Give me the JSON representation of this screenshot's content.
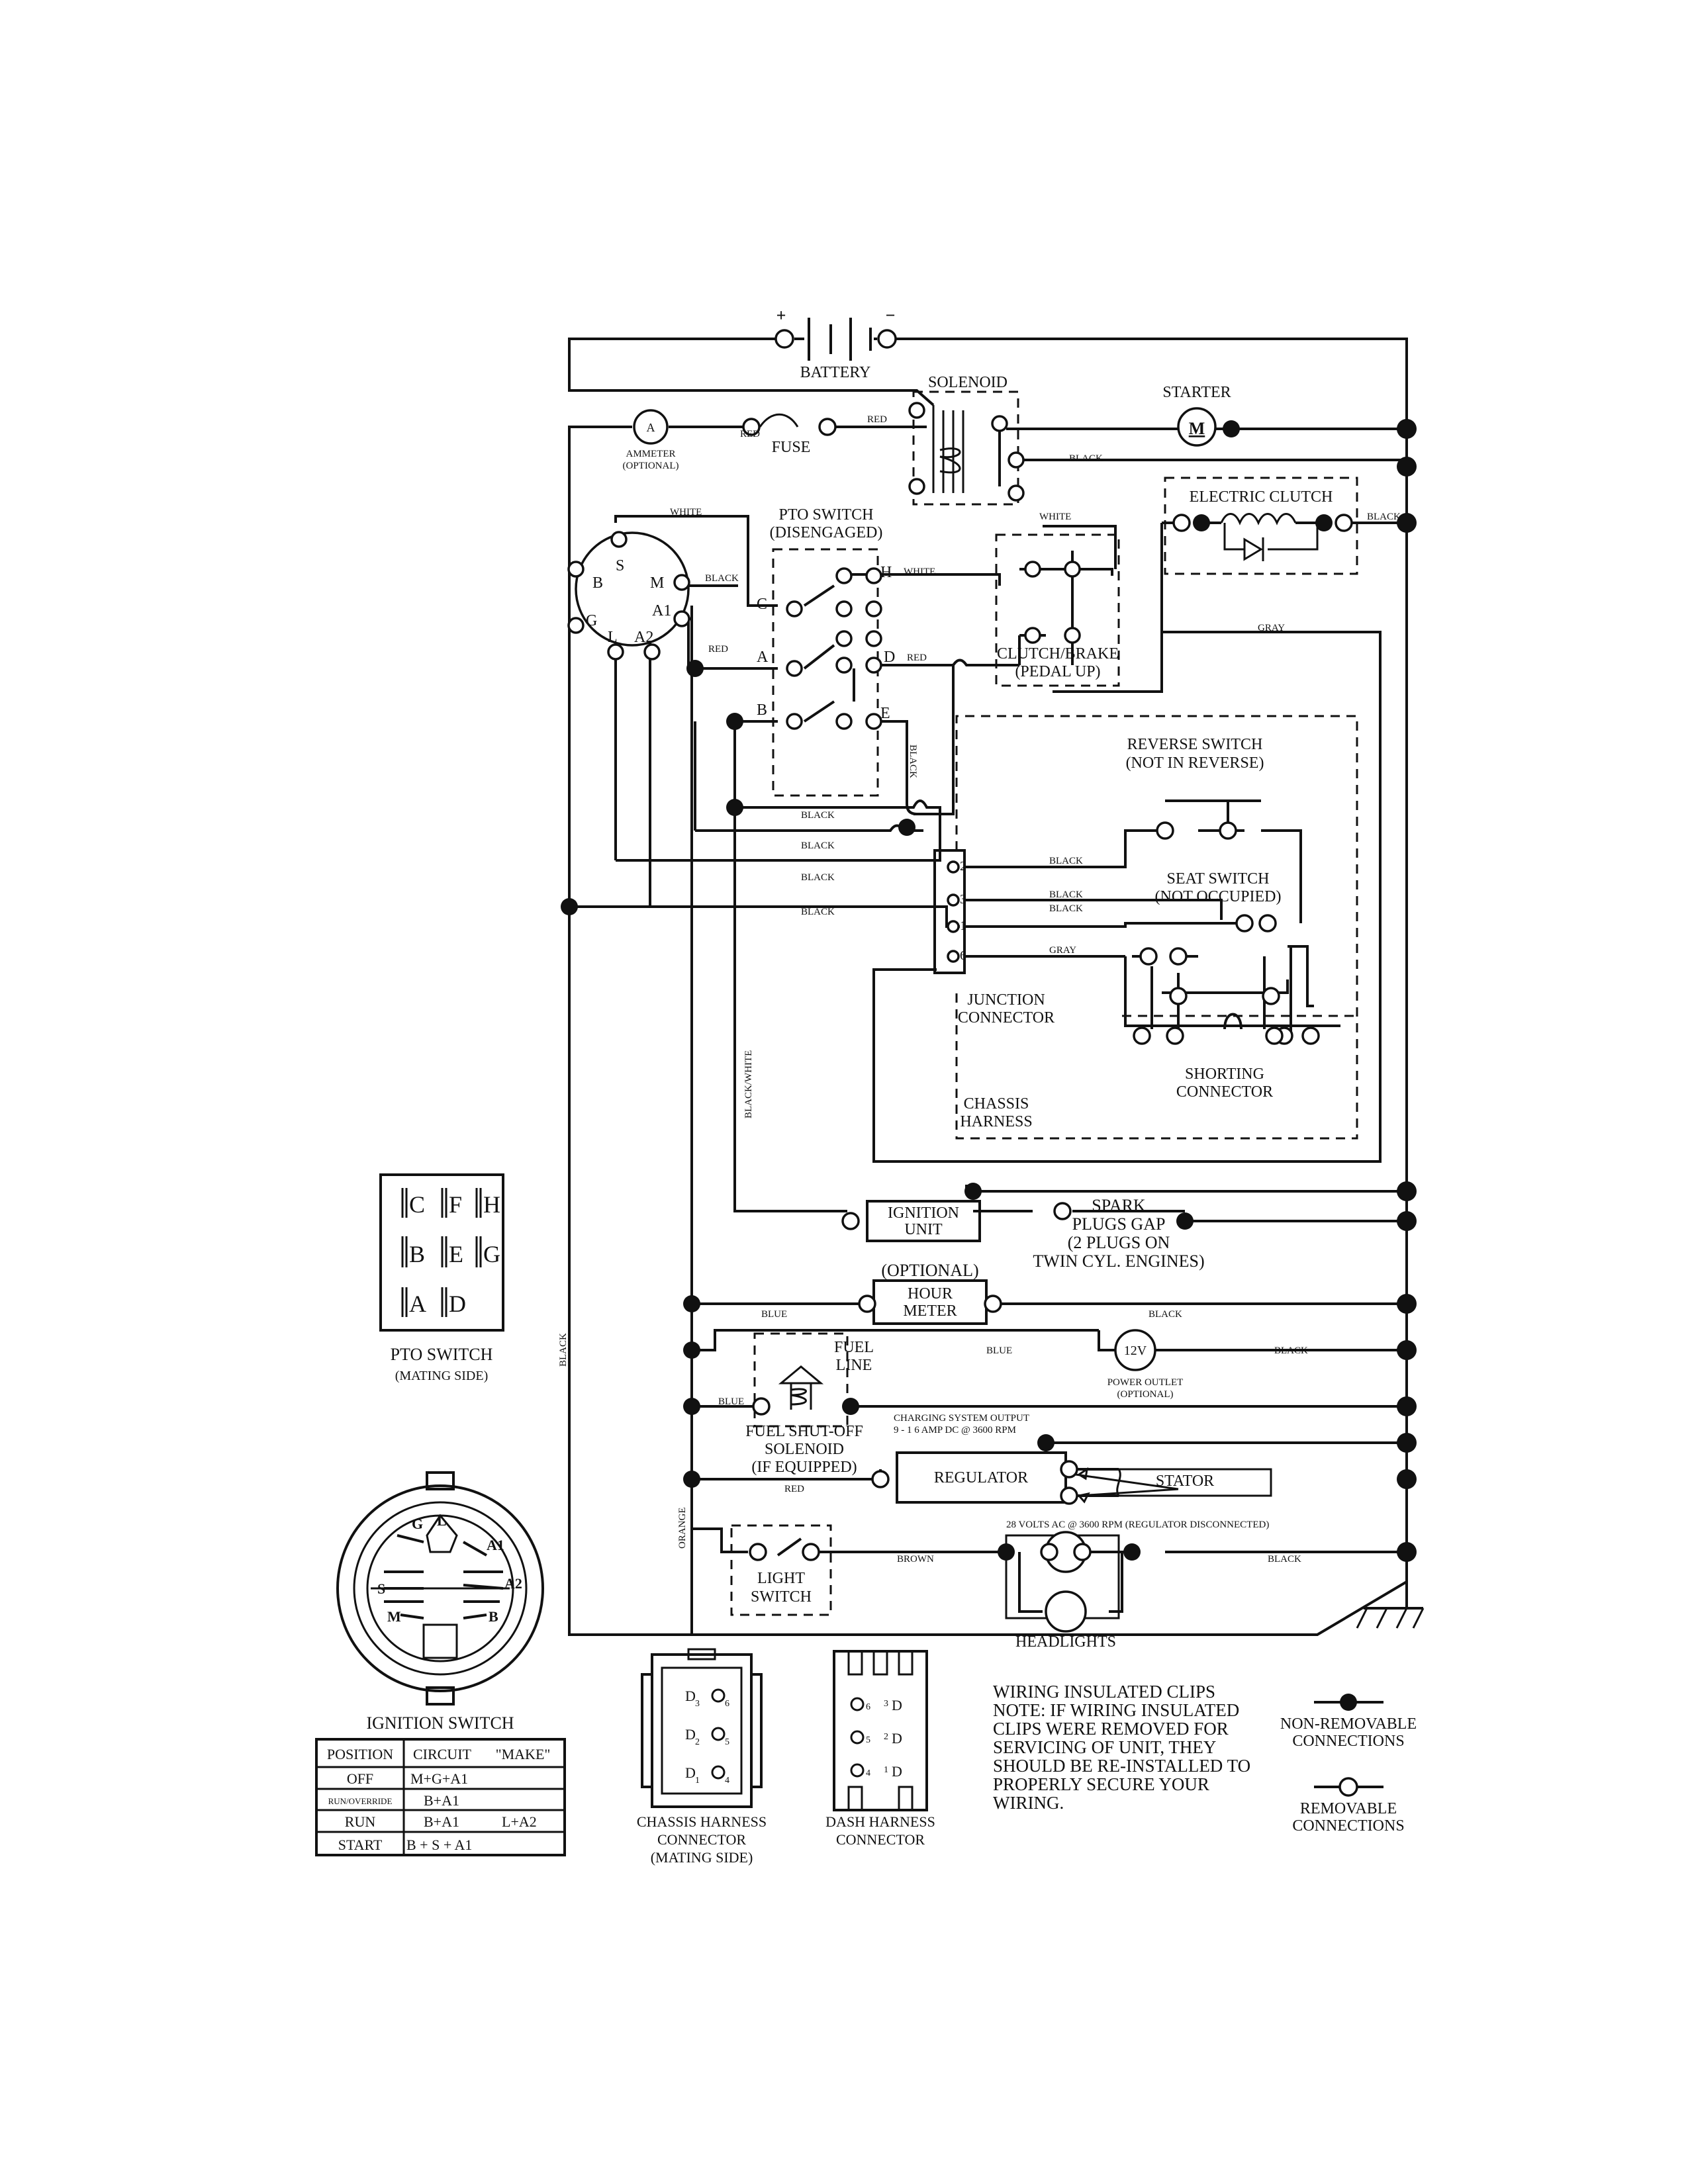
{
  "components": {
    "battery": "BATTERY",
    "battery_plus": "+",
    "battery_minus": "−",
    "solenoid": "SOLENOID",
    "starter": "STARTER",
    "starter_symbol": "M",
    "ammeter_symbol": "A",
    "ammeter": "AMMETER",
    "ammeter_optional": "(OPTIONAL)",
    "fuse": "FUSE",
    "pto_switch_title": "PTO SWITCH",
    "pto_switch_state": "(DISENGAGED)",
    "electric_clutch": "ELECTRIC CLUTCH",
    "clutch_brake": "CLUTCH/BRAKE",
    "clutch_brake_state": "(PEDAL UP)",
    "reverse_switch": "REVERSE SWITCH",
    "reverse_switch_state": "(NOT IN REVERSE)",
    "seat_switch": "SEAT SWITCH",
    "seat_switch_state": "(NOT OCCUPIED)",
    "junction_connector_1": "JUNCTION",
    "junction_connector_2": "CONNECTOR",
    "shorting_connector_1": "SHORTING",
    "shorting_connector_2": "CONNECTOR",
    "chassis_harness_1": "CHASSIS",
    "chassis_harness_2": "HARNESS",
    "ignition_unit_1": "IGNITION",
    "ignition_unit_2": "UNIT",
    "spark_plugs_1": "SPARK",
    "spark_plugs_2": "PLUGS GAP",
    "spark_plugs_3": "(2 PLUGS ON",
    "spark_plugs_4": "TWIN CYL. ENGINES)",
    "hour_meter_optional": "(OPTIONAL)",
    "hour_meter_1": "HOUR",
    "hour_meter_2": "METER",
    "fuel_line_1": "FUEL",
    "fuel_line_2": "LINE",
    "power_outlet_symbol": "12V",
    "power_outlet": "POWER OUTLET",
    "power_outlet_optional": "(OPTIONAL)",
    "fuel_solenoid_1": "FUEL SHUT-OFF",
    "fuel_solenoid_2": "SOLENOID",
    "fuel_solenoid_3": "(IF EQUIPPED)",
    "charging_output_1": "CHARGING SYSTEM OUTPUT",
    "charging_output_2": "9 - 1 6 AMP DC @ 3600 RPM",
    "regulator": "REGULATOR",
    "stator": "STATOR",
    "stator_note": "28 VOLTS AC @ 3600 RPM (REGULATOR DISCONNECTED)",
    "light_switch_1": "LIGHT",
    "light_switch_2": "SWITCH",
    "headlights": "HEADLIGHTS"
  },
  "terminals": {
    "ign": [
      "B",
      "S",
      "M",
      "A1",
      "A2",
      "L",
      "G"
    ],
    "pto": [
      "C",
      "H",
      "A",
      "D",
      "B",
      "E"
    ],
    "junction": [
      "2",
      "3",
      "1",
      "6"
    ]
  },
  "wire_labels": {
    "red": "RED",
    "black": "BLACK",
    "white": "WHITE",
    "gray": "GRAY",
    "blue": "BLUE",
    "brown": "BROWN",
    "orange": "ORANGE",
    "black_white": "BLACK/WHITE"
  },
  "pto_mating": {
    "letters": [
      "C",
      "F",
      "H",
      "B",
      "E",
      "G",
      "A",
      "D"
    ],
    "title": "PTO SWITCH",
    "subtitle": "(MATING SIDE)"
  },
  "ignition_switch": {
    "face_letters": [
      "G",
      "L",
      "A1",
      "S",
      "A2",
      "M",
      "B"
    ],
    "title": "IGNITION SWITCH",
    "table": {
      "headers": [
        "POSITION",
        "CIRCUIT",
        "\"MAKE\""
      ],
      "rows": [
        [
          "OFF",
          "M+G+A1",
          ""
        ],
        [
          "RUN/OVERRIDE",
          "B+A1",
          ""
        ],
        [
          "RUN",
          "B+A1",
          "L+A2"
        ],
        [
          "START",
          "B + S + A1",
          ""
        ]
      ]
    }
  },
  "chassis_connector": {
    "pins": [
      "3",
      "6",
      "2",
      "5",
      "1",
      "4"
    ],
    "letter": "D",
    "title_1": "CHASSIS HARNESS",
    "title_2": "CONNECTOR",
    "title_3": "(MATING SIDE)"
  },
  "dash_connector": {
    "pins": [
      "6",
      "3",
      "5",
      "2",
      "4",
      "1"
    ],
    "letter": "D",
    "title_1": "DASH HARNESS",
    "title_2": "CONNECTOR"
  },
  "notes": {
    "lines": [
      "WIRING INSULATED CLIPS",
      "NOTE:  IF WIRING INSULATED",
      "CLIPS WERE REMOVED FOR",
      "SERVICING OF UNIT, THEY",
      "SHOULD BE RE-INSTALLED TO",
      "PROPERLY SECURE YOUR",
      "WIRING."
    ]
  },
  "legend": {
    "non_removable_1": "NON-REMOVABLE",
    "non_removable_2": "CONNECTIONS",
    "removable_1": "REMOVABLE",
    "removable_2": "CONNECTIONS"
  }
}
